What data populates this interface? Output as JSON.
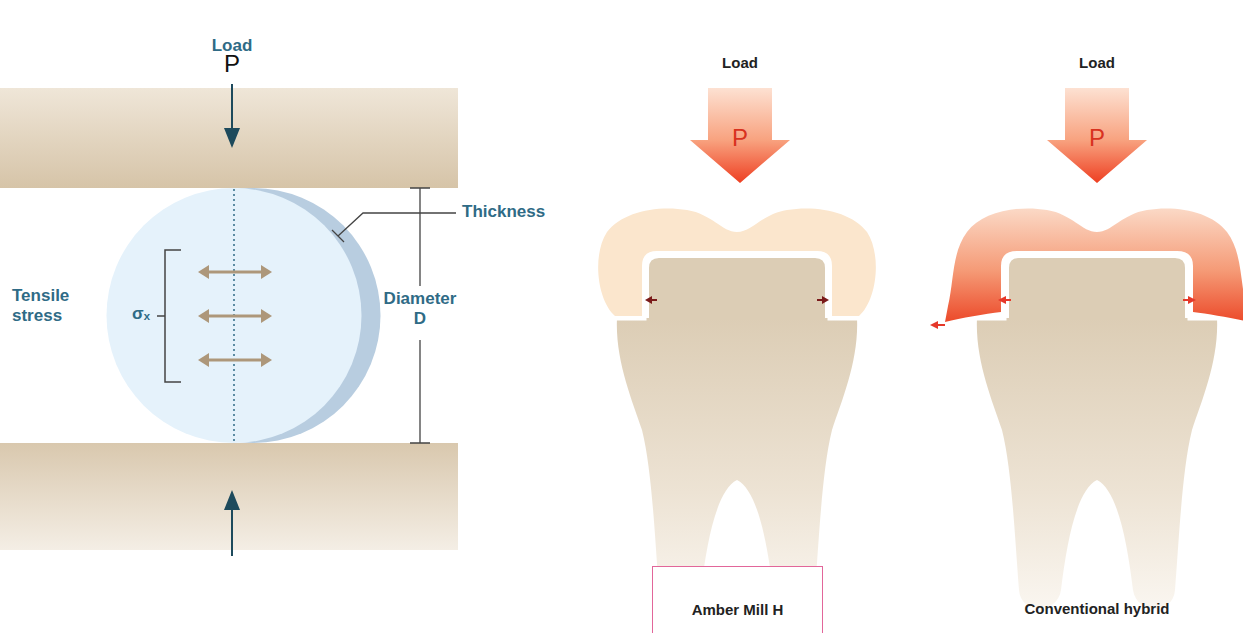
{
  "diagram": {
    "nodes": [
      {
        "text": [
          "Load",
          "P"
        ]
      },
      {
        "text": [
          "Load",
          "P"
        ]
      },
      {
        "text": [
          "Amber Mill H"
        ]
      }
    ],
    "labels": [
      "Load",
      "P",
      "Tensile stress",
      "σₓ",
      "Thickness",
      "Diameter D",
      "Conventional hybrid"
    ]
  }
}
